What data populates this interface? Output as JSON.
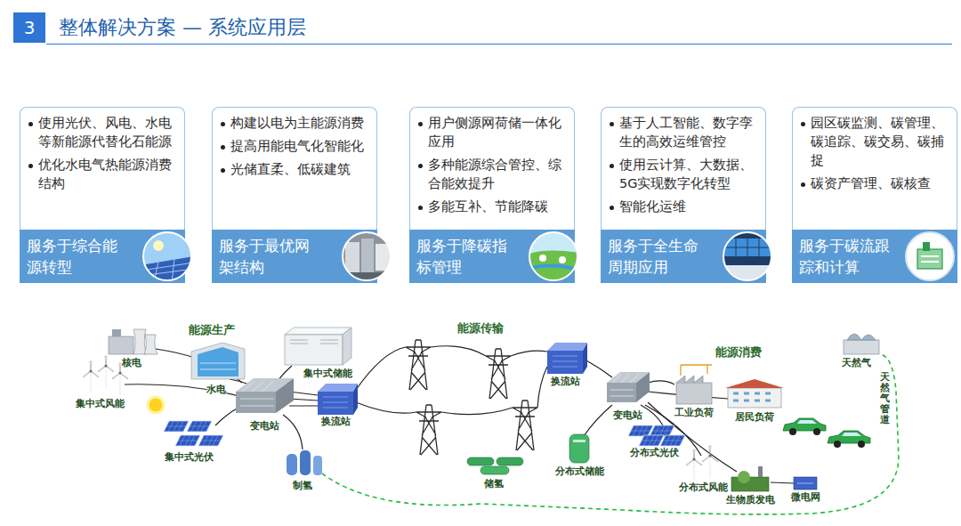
{
  "diagram": {
    "title": "整体解决方案 — 系统应用层",
    "nodes": [
      {
        "text": [
          "使用光伏、风电、水电等新能源代替化石能源",
          "优化水电气热能源消费结构"
        ]
      },
      {
        "text": [
          "服务于综合能源转型"
        ]
      },
      {
        "text": [
          "构建以电为主能源消费",
          "提高用能电气化智能化",
          "光储直柔、低碳建筑"
        ]
      },
      {
        "text": [
          "服务于最优网架结构"
        ]
      },
      {
        "text": [
          "用户侧源网荷储一体化应用",
          "多种能源综合管控、综合能效提升",
          "多能互补、节能降碳"
        ]
      },
      {
        "text": [
          "服务于降碳指标管理"
        ]
      },
      {
        "text": [
          "基于人工智能、数字孪生的高效运维管控",
          "使用云计算、大数据、5G实现数字化转型",
          "智能化运维"
        ]
      },
      {
        "text": [
          "服务于全生命周期应用"
        ]
      },
      {
        "text": [
          "园区碳监测、碳管理、碳追踪、碳交易、碳捕捉",
          "碳资产管理、碳核查"
        ]
      },
      {
        "text": [
          "服务于碳流跟踪和计算"
        ]
      },
      {
        "text": [
          "能源生产"
        ]
      },
      {
        "text": [
          "能源传输"
        ]
      },
      {
        "text": [
          "能源消费"
        ]
      }
    ],
    "labels": [
      "3",
      "核电",
      "水电",
      "集中式储能",
      "集中式风能",
      "集中式光伏",
      "变电站",
      "换流站",
      "换流站",
      "制氢",
      "储氢",
      "变电站",
      "工业负荷",
      "居民负荷",
      "天然气",
      "天然气管道",
      "分布式光伏",
      "分布式储能",
      "分布式风能",
      "生物质发电",
      "微电网"
    ]
  }
}
